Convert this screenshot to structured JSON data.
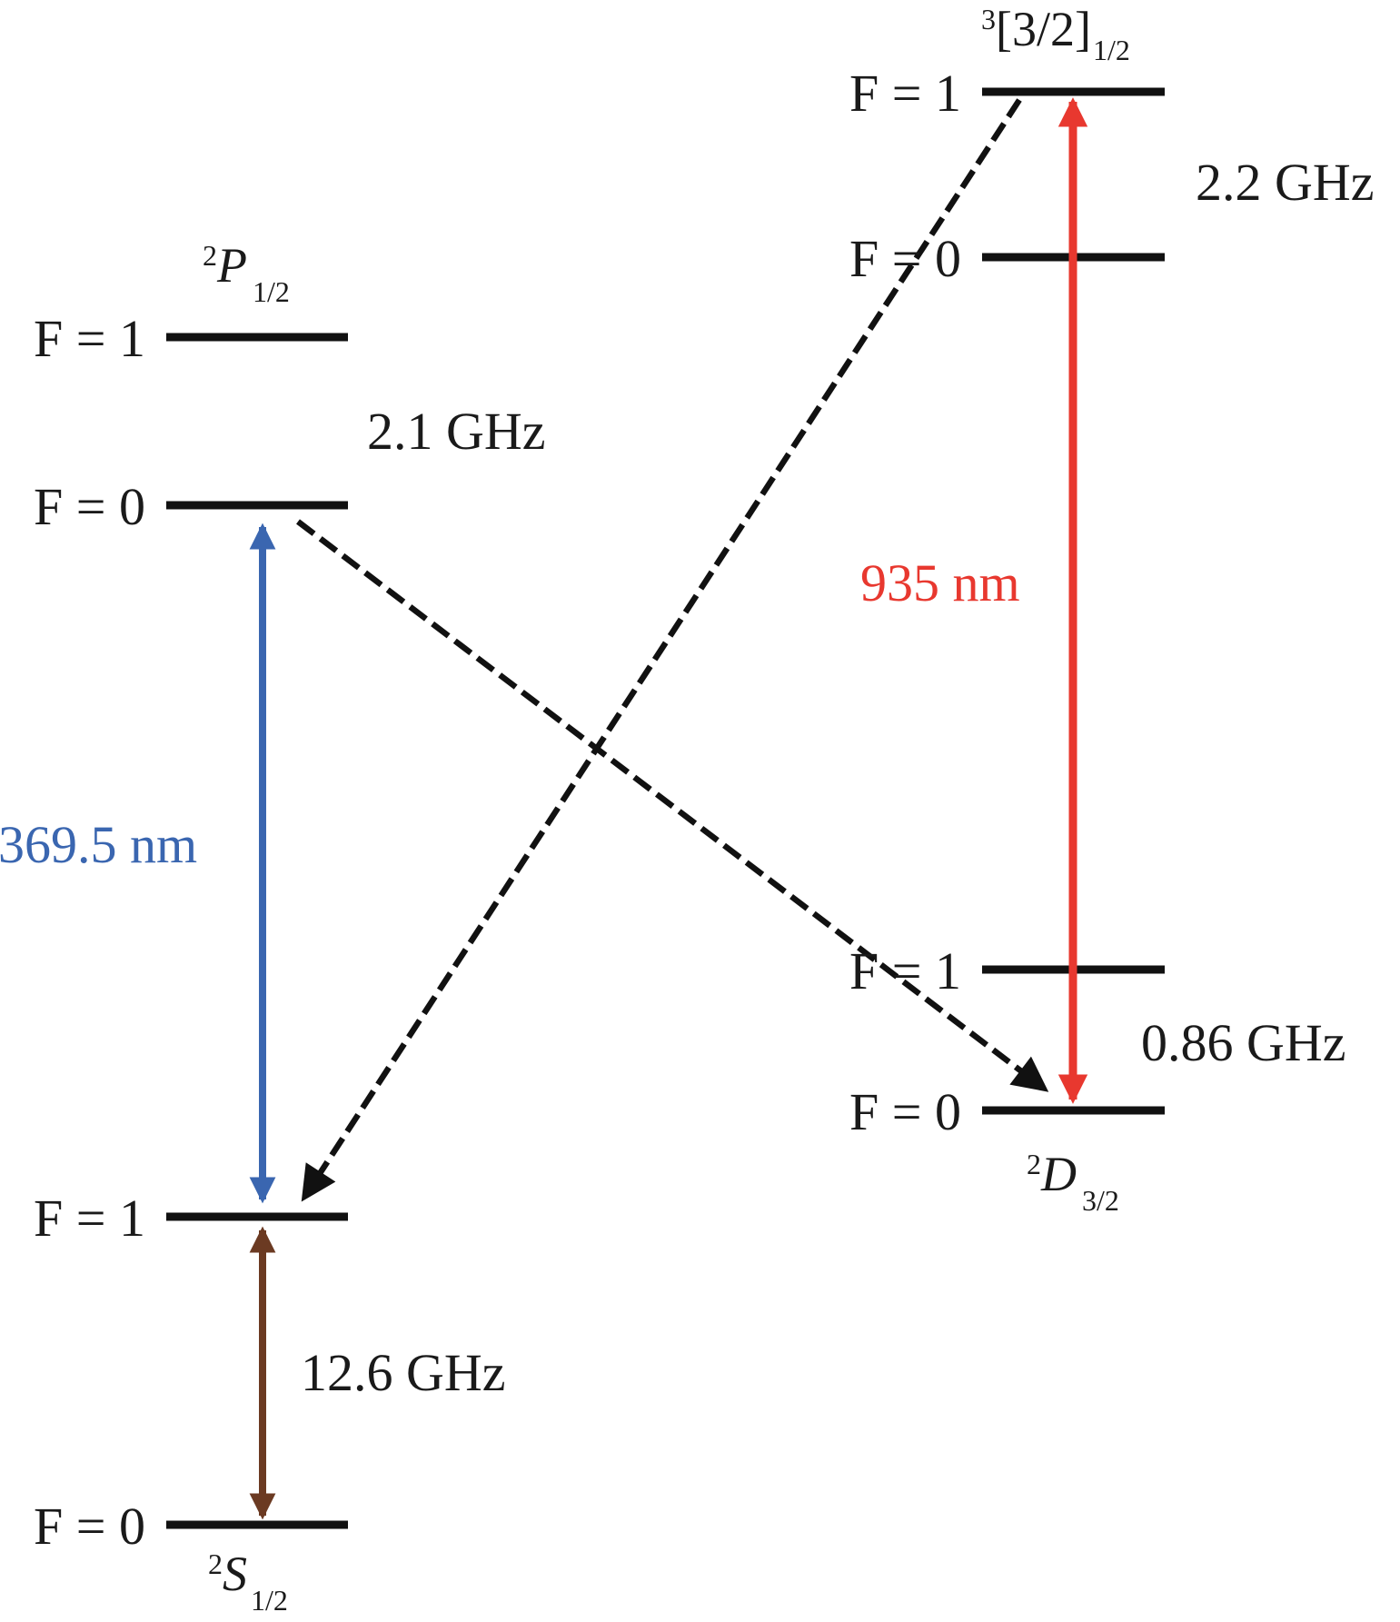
{
  "colors": {
    "uv_laser": "#3a66b0",
    "ir_laser": "#e8382f",
    "microwave": "#6b3a22",
    "levels": "#111111"
  },
  "states": {
    "s12": {
      "sup": "2",
      "letter": "S",
      "sub": "1/2"
    },
    "p12": {
      "sup": "2",
      "letter": "P",
      "sub": "1/2"
    },
    "d32": {
      "sup": "2",
      "letter": "D",
      "sub": "3/2"
    },
    "b32": {
      "sup": "3",
      "main": "[3/2]",
      "sub": "1/2"
    }
  },
  "levels": {
    "s12_f0": "F = 0",
    "s12_f1": "F = 1",
    "p12_f0": "F = 0",
    "p12_f1": "F = 1",
    "d32_f0": "F = 0",
    "d32_f1": "F = 1",
    "b32_f0": "F = 0",
    "b32_f1": "F = 1"
  },
  "splittings": {
    "s12": "12.6 GHz",
    "p12": "2.1 GHz",
    "d32": "0.86 GHz",
    "b32": "2.2 GHz"
  },
  "transitions": {
    "cooling": "369.5 nm",
    "repump": "935 nm"
  }
}
